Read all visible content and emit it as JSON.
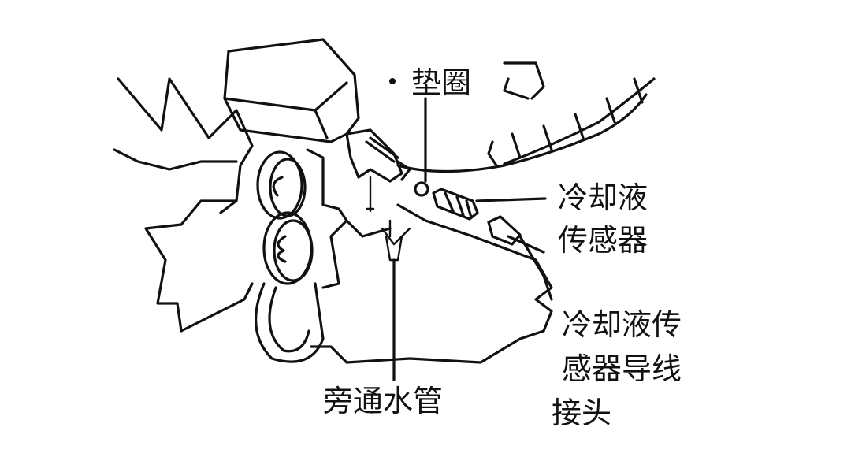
{
  "labels": {
    "washer": "垫圈",
    "coolant_sensor_line1": "冷却液",
    "coolant_sensor_line2": "传感器",
    "connector_line1": "冷却液传",
    "connector_line2": "感器导线",
    "connector_line3": "接头",
    "bypass_hose": "旁通水管"
  },
  "colors": {
    "ink": "#111111",
    "background": "#ffffff"
  }
}
